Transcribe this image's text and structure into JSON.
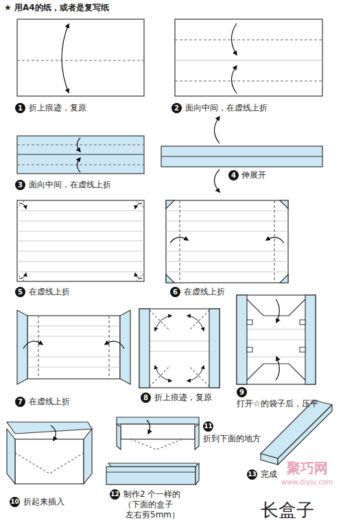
{
  "diagram": {
    "title": "★ 用A4的纸，或者是复写纸",
    "caption": "长盒子",
    "labels": [
      "1",
      "折上痕迹，复原",
      "2",
      "面向中间，在虚线上折",
      "3",
      "面向中间，在虚线上折",
      "4",
      "伸展开",
      "5",
      "在虚线上折",
      "6",
      "在虚线上折",
      "7",
      "在虚线上折",
      "8",
      "折上痕迹，复原",
      "9",
      "打开☆的袋子后，压平",
      "10",
      "折起来插入",
      "11",
      "折到下面的地方",
      "12",
      "制作2 个一样的",
      "（下面的盒子",
      "左右剪5mm）",
      "13",
      "完成",
      "聚巧网",
      "www.diyju.com"
    ]
  }
}
